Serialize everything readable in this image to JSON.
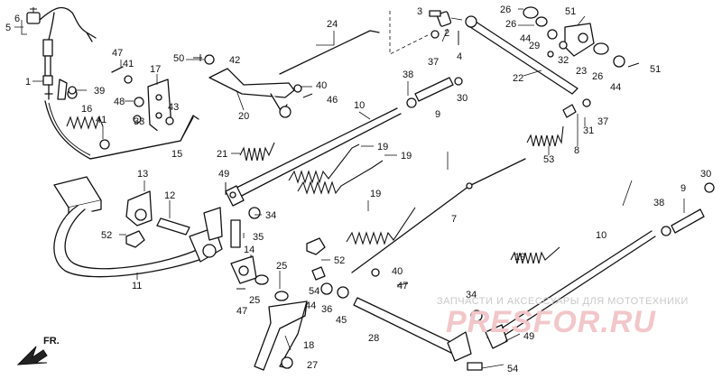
{
  "diagram": {
    "direction_label": "FR.",
    "watermark": {
      "caption": "ЗАПЧАСТИ И АКСЕССУАРЫ ДЛЯ МОТОТЕХНИКИ",
      "logo": "PRESFOR.RU"
    },
    "callouts": [
      {
        "id": "c6",
        "text": "6"
      },
      {
        "id": "c5",
        "text": "5"
      },
      {
        "id": "c1",
        "text": "1"
      },
      {
        "id": "c47a",
        "text": "47"
      },
      {
        "id": "c41a",
        "text": "41"
      },
      {
        "id": "c39",
        "text": "39"
      },
      {
        "id": "c48",
        "text": "48"
      },
      {
        "id": "c16",
        "text": "16"
      },
      {
        "id": "c41b",
        "text": "41"
      },
      {
        "id": "c17",
        "text": "17"
      },
      {
        "id": "c33",
        "text": "33"
      },
      {
        "id": "c43",
        "text": "43"
      },
      {
        "id": "c15",
        "text": "15"
      },
      {
        "id": "c50",
        "text": "50"
      },
      {
        "id": "c42",
        "text": "42"
      },
      {
        "id": "c24",
        "text": "24"
      },
      {
        "id": "c20",
        "text": "20"
      },
      {
        "id": "c40a",
        "text": "40"
      },
      {
        "id": "c46",
        "text": "46"
      },
      {
        "id": "c21",
        "text": "21"
      },
      {
        "id": "c10a",
        "text": "10"
      },
      {
        "id": "c38a",
        "text": "38"
      },
      {
        "id": "c9a",
        "text": "9"
      },
      {
        "id": "c30a",
        "text": "30"
      },
      {
        "id": "c19a",
        "text": "19"
      },
      {
        "id": "c19b",
        "text": "19"
      },
      {
        "id": "c19c",
        "text": "19"
      },
      {
        "id": "c49a",
        "text": "49"
      },
      {
        "id": "c13",
        "text": "13"
      },
      {
        "id": "c12",
        "text": "12"
      },
      {
        "id": "c52a",
        "text": "52"
      },
      {
        "id": "c11",
        "text": "11"
      },
      {
        "id": "c34a",
        "text": "34"
      },
      {
        "id": "c35",
        "text": "35"
      },
      {
        "id": "c14",
        "text": "14"
      },
      {
        "id": "c25a",
        "text": "25"
      },
      {
        "id": "c25b",
        "text": "25"
      },
      {
        "id": "c47b",
        "text": "47"
      },
      {
        "id": "c52b",
        "text": "52"
      },
      {
        "id": "c54a",
        "text": "54"
      },
      {
        "id": "c36",
        "text": "36"
      },
      {
        "id": "c44a",
        "text": "44"
      },
      {
        "id": "c45",
        "text": "45"
      },
      {
        "id": "c18",
        "text": "18"
      },
      {
        "id": "c27",
        "text": "27"
      },
      {
        "id": "c28",
        "text": "28"
      },
      {
        "id": "c40b",
        "text": "40"
      },
      {
        "id": "c47c",
        "text": "47"
      },
      {
        "id": "c7",
        "text": "7"
      },
      {
        "id": "c53",
        "text": "53"
      },
      {
        "id": "c8",
        "text": "8"
      },
      {
        "id": "c31",
        "text": "31"
      },
      {
        "id": "c37a",
        "text": "37"
      },
      {
        "id": "c22",
        "text": "22"
      },
      {
        "id": "c3",
        "text": "3"
      },
      {
        "id": "c2",
        "text": "2"
      },
      {
        "id": "c37b",
        "text": "37"
      },
      {
        "id": "c4",
        "text": "4"
      },
      {
        "id": "c26a",
        "text": "26"
      },
      {
        "id": "c26b",
        "text": "26"
      },
      {
        "id": "c44b",
        "text": "44"
      },
      {
        "id": "c51a",
        "text": "51"
      },
      {
        "id": "c29",
        "text": "29"
      },
      {
        "id": "c32",
        "text": "32"
      },
      {
        "id": "c23",
        "text": "23"
      },
      {
        "id": "c26c",
        "text": "26"
      },
      {
        "id": "c44c",
        "text": "44"
      },
      {
        "id": "c51b",
        "text": "51"
      },
      {
        "id": "c30b",
        "text": "30"
      },
      {
        "id": "c38b",
        "text": "38"
      },
      {
        "id": "c9b",
        "text": "9"
      },
      {
        "id": "c10b",
        "text": "10"
      },
      {
        "id": "c34b",
        "text": "34"
      },
      {
        "id": "c49b",
        "text": "49"
      },
      {
        "id": "c19d",
        "text": "19"
      },
      {
        "id": "c54b",
        "text": "54"
      }
    ]
  }
}
